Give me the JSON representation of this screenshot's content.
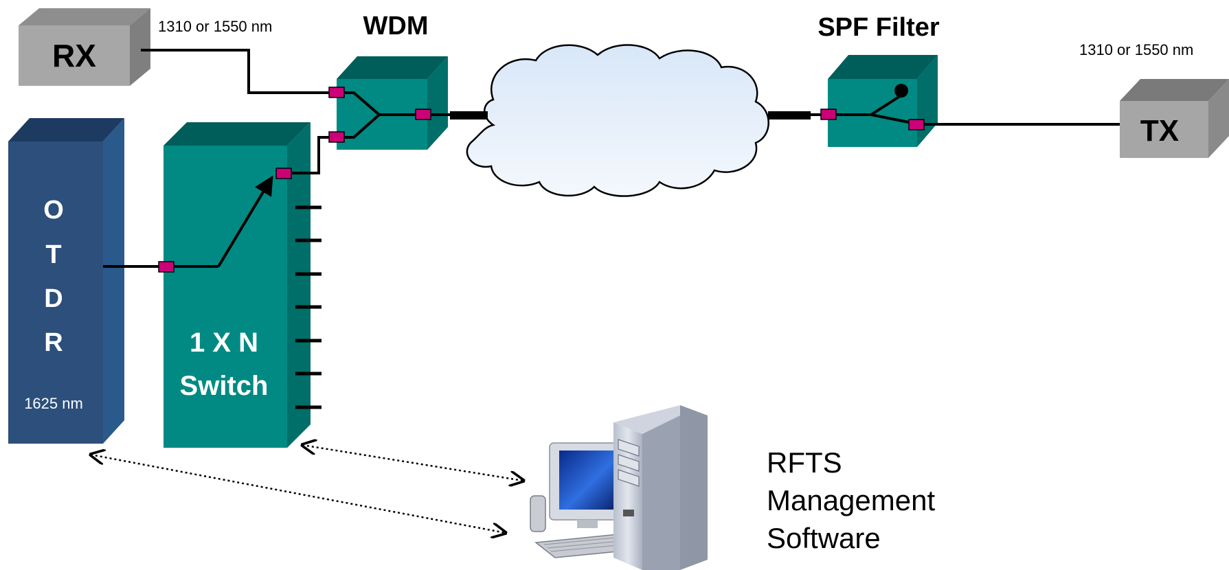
{
  "devices": {
    "rx": {
      "label": "RX",
      "wavelength": "1310 or 1550 nm"
    },
    "tx": {
      "label": "TX",
      "wavelength": "1310 or 1550 nm"
    },
    "wdm": {
      "label": "WDM"
    },
    "spf_filter": {
      "label": "SPF Filter"
    },
    "otdr": {
      "letters": [
        "O",
        "T",
        "D",
        "R"
      ],
      "wavelength": "1625 nm"
    },
    "switch": {
      "line1": "1 X N",
      "line2": "Switch"
    },
    "rfts": {
      "lines": [
        "RFTS",
        "Management",
        "Software"
      ]
    }
  },
  "colors": {
    "connector": "#cc0077",
    "teal_front": "#008a83",
    "teal_side": "#006e69",
    "teal_top": "#005e5a",
    "otdr_front": "#2c4f7c",
    "otdr_side": "#2a5a8c",
    "otdr_top": "#1d3a60",
    "gray_front": "#a6a6a6",
    "gray_side": "#8a8a8a",
    "gray_top": "#7a7a7a",
    "cloud_fill": "#e6f0fb"
  }
}
